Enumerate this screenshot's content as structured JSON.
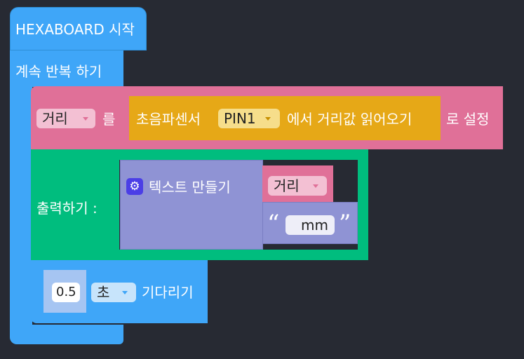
{
  "workspace": {
    "background": "#272a33"
  },
  "hat_block": {
    "label": "HEXABOARD 시작",
    "color": "#3fa6f8"
  },
  "forever_block": {
    "label": "계속 반복 하기",
    "color": "#3fa6f8"
  },
  "set_block": {
    "variable": "거리",
    "connector_label": "를",
    "suffix_label": "로 설정",
    "color": "#e07098",
    "sensor_block": {
      "prefix_label": "초음파센서",
      "pin": "PIN1",
      "suffix_label": "에서 거리값 읽어오기",
      "color": "#e6a817"
    }
  },
  "print_block": {
    "label": "출력하기 :",
    "color": "#00bd7e",
    "text_join_block": {
      "label": "텍스트 만들기",
      "settings_icon": "gear-icon",
      "color": "#8f93d4",
      "item_variable": "거리",
      "item_text": "mm"
    }
  },
  "wait_block": {
    "value": "0.5",
    "unit": "초",
    "label": "기다리기",
    "color": "#3fa6f8"
  }
}
